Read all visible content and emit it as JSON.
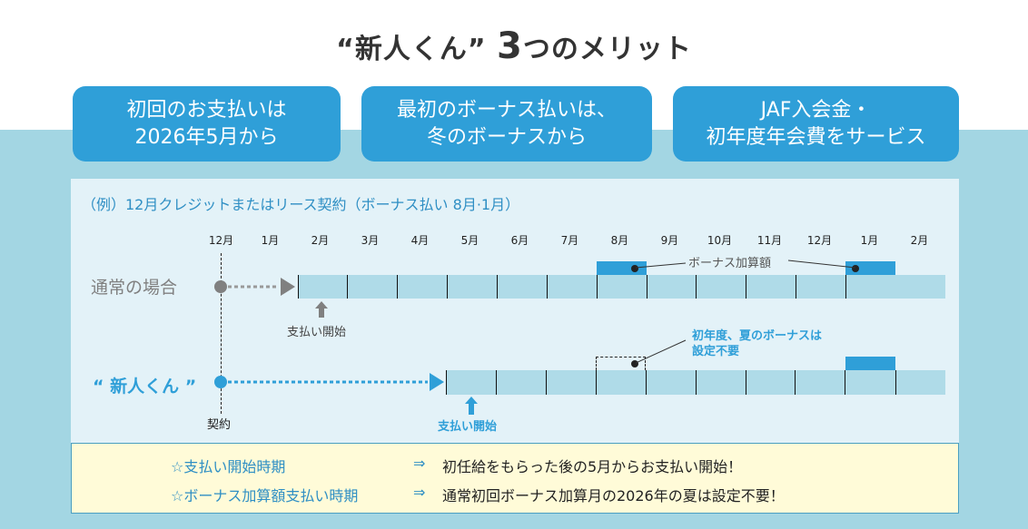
{
  "title": {
    "quote_open": "“",
    "name": "新人くん",
    "quote_close": "”",
    "number": "3",
    "suffix": "つのメリット"
  },
  "cards": [
    {
      "line1": "初回のお支払いは",
      "line2": "2026年5月から"
    },
    {
      "line1": "最初のボーナス払いは、",
      "line2": "冬のボーナスから"
    },
    {
      "line1": "JAF入会金・",
      "line2": "初年度年会費をサービス"
    }
  ],
  "example_heading": "（例）12月クレジットまたはリース契約（ボーナス払い 8月·1月）",
  "months": [
    "12月",
    "1月",
    "2月",
    "3月",
    "4月",
    "5月",
    "6月",
    "7月",
    "8月",
    "9月",
    "10月",
    "11月",
    "12月",
    "1月",
    "2月"
  ],
  "normal": {
    "label": "通常の場合",
    "payment_start": "支払い開始",
    "bonus_label": "ボーナス加算額"
  },
  "shinjin": {
    "label": "“ 新人くん ”",
    "contract": "契約",
    "payment_start": "支払い開始",
    "note_line1": "初年度、夏のボーナスは",
    "note_line2": "設定不要"
  },
  "summary": [
    {
      "label": "☆支払い開始時期",
      "arrow": "⇒",
      "text": "初任給をもらった後の5月からお支払い開始！"
    },
    {
      "label": "☆ボーナス加算額支払い時期",
      "arrow": "⇒",
      "text": "通常初回ボーナス加算月の2026年の夏は設定不要！"
    }
  ],
  "colors": {
    "accent_blue": "#2f9fd8",
    "band": "#a3d6e3",
    "panel": "#e3f2f8",
    "bar": "#afdbe8",
    "yellow": "#fffbd8",
    "gray": "#808080"
  }
}
